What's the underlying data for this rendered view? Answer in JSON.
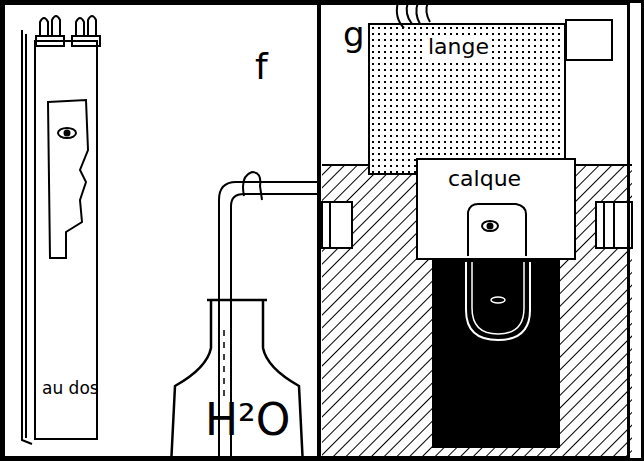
{
  "diagram": {
    "nodes": [
      {
        "text": [
          "f"
        ]
      },
      {
        "text": [
          "au dos"
        ],
        "in": 0
      },
      {
        "text": [
          "H²O"
        ],
        "in": 0
      },
      {
        "text": [
          "g"
        ]
      },
      {
        "text": [
          "lange"
        ],
        "in": 3
      },
      {
        "text": [
          "calque"
        ],
        "in": 3
      }
    ]
  }
}
